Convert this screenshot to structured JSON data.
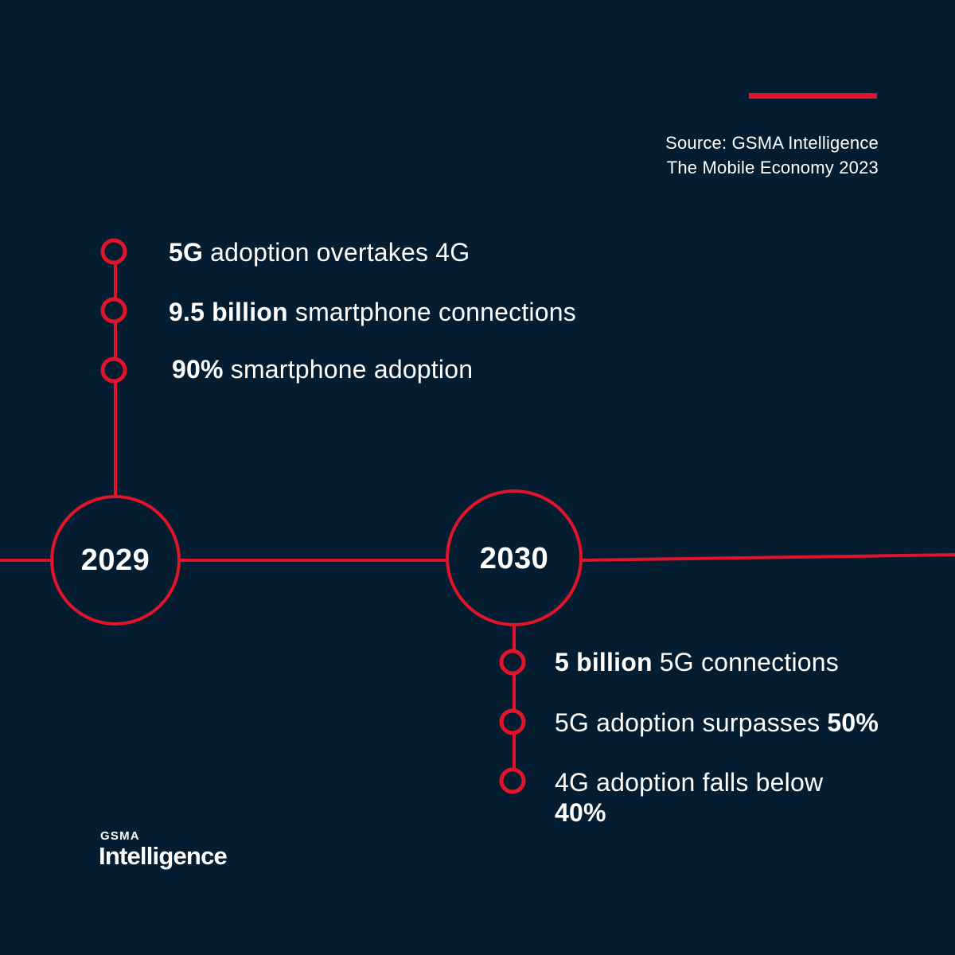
{
  "source": {
    "line1": "Source: GSMA Intelligence",
    "line2": "The Mobile Economy 2023"
  },
  "timeline": [
    {
      "year": "2029",
      "items": [
        {
          "bold": "5G",
          "rest": " adoption overtakes 4G"
        },
        {
          "bold": "9.5 billion",
          "rest": " smartphone connections"
        },
        {
          "bold": "90%",
          "rest": " smartphone adoption"
        }
      ]
    },
    {
      "year": "2030",
      "items": [
        {
          "bold": "5 billion",
          "rest": " 5G connections"
        },
        {
          "pre": "5G adoption surpasses ",
          "bold": "50%"
        },
        {
          "pre": "4G adoption falls below",
          "bold": "40%"
        }
      ]
    }
  ],
  "logo": {
    "small": "GSMA",
    "big": "Intelligence"
  },
  "colors": {
    "background": "#051d31",
    "accent": "#e0142b",
    "text": "#ffffff"
  }
}
